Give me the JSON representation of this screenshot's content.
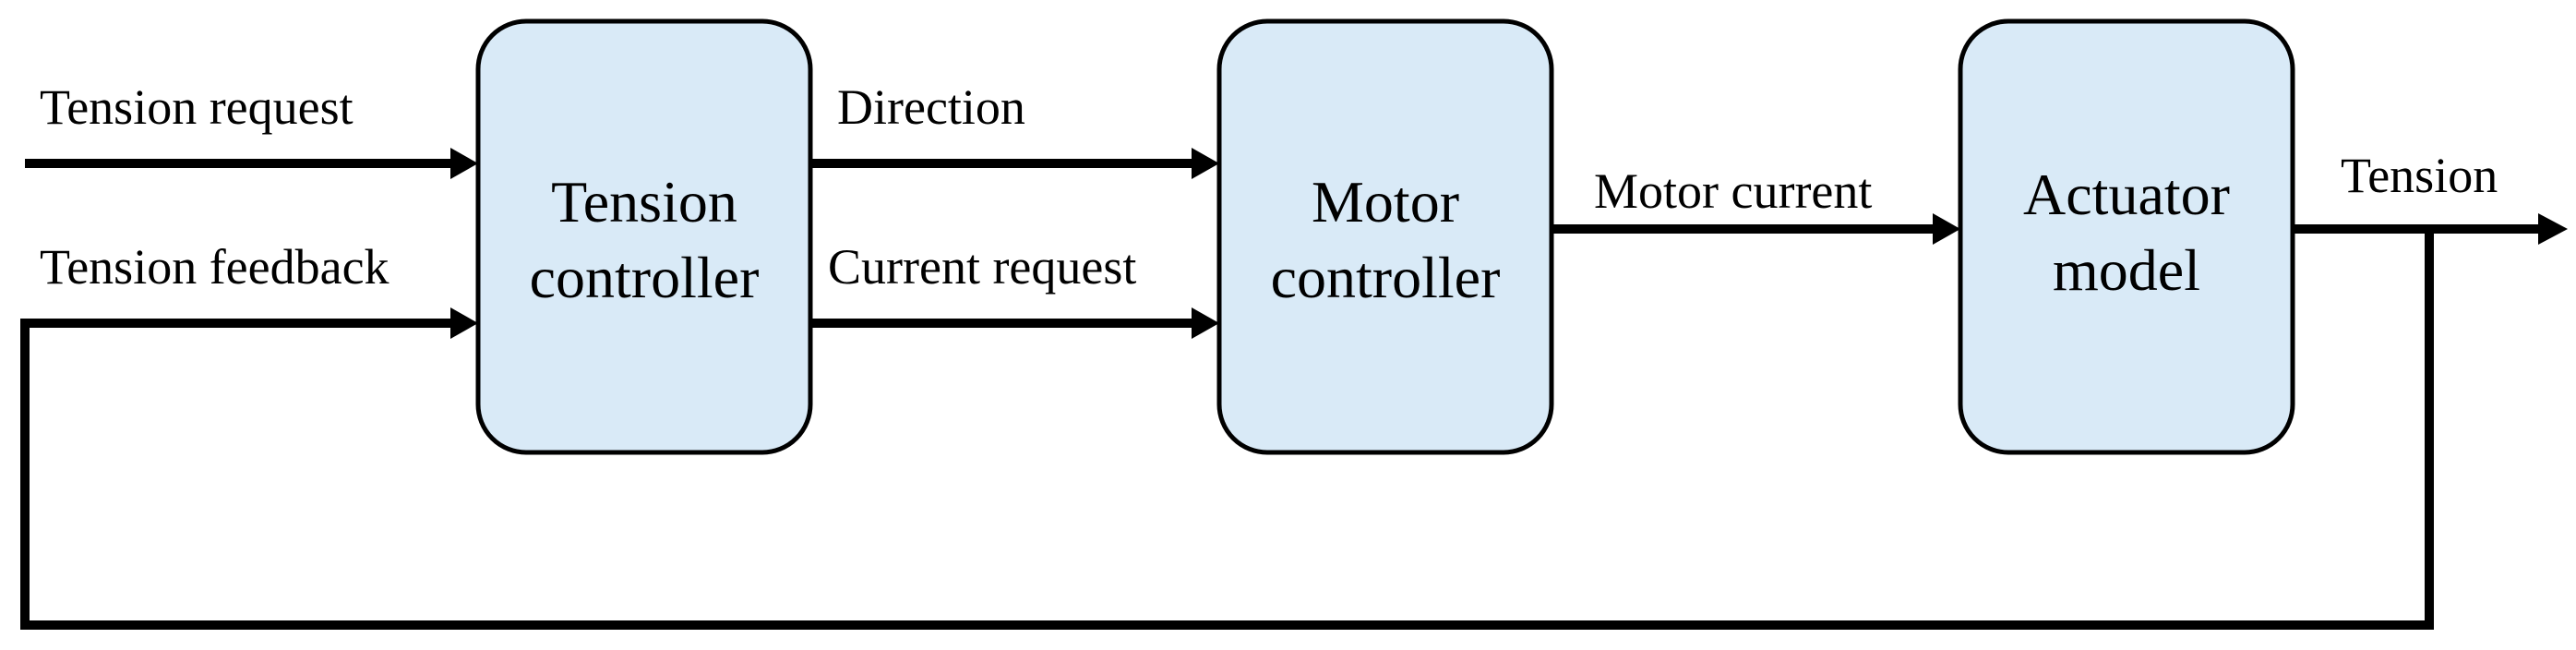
{
  "diagram": {
    "colors": {
      "block_fill": "#d9eaf7",
      "line": "#000000",
      "background": "#ffffff"
    },
    "blocks": [
      {
        "id": "tension-controller",
        "lines": [
          "Tension",
          "controller"
        ]
      },
      {
        "id": "motor-controller",
        "lines": [
          "Motor",
          "controller"
        ]
      },
      {
        "id": "actuator-model",
        "lines": [
          "Actuator",
          "model"
        ]
      }
    ],
    "signals": {
      "tension_request": "Tension request",
      "tension_feedback": "Tension feedback",
      "direction": "Direction",
      "current_request": "Current request",
      "motor_current": "Motor current",
      "tension": "Tension"
    }
  }
}
